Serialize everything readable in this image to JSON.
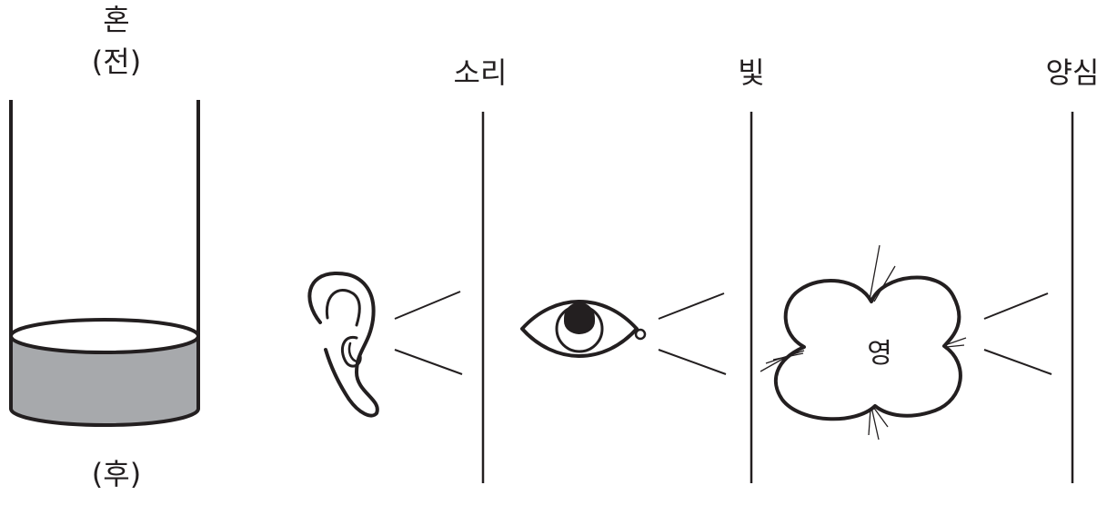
{
  "labels": {
    "top_hon": "혼",
    "top_jeon": "(전)",
    "bottom_hu": "(후)",
    "sori": "소리",
    "bit": "빛",
    "yangsim": "양심",
    "yeong": "영"
  },
  "icons": {
    "cylinder": "cylinder-container",
    "ear": "ear-icon",
    "eye": "eye-icon",
    "cloud": "cloud-blob-icon"
  },
  "colors": {
    "stroke": "#231f20",
    "liquid_fill": "#a7a9ac",
    "background": "#ffffff"
  }
}
